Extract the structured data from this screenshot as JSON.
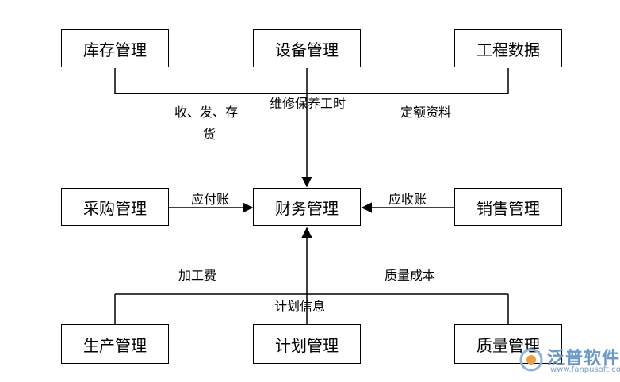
{
  "boxes": {
    "inventory": "库存管理",
    "equipment": "设备管理",
    "engineering": "工程数据",
    "purchase": "采购管理",
    "finance": "财务管理",
    "sales": "销售管理",
    "production": "生产管理",
    "planning": "计划管理",
    "quality": "质量管理"
  },
  "labels": {
    "receive_ship_store_line1": "收、发、存",
    "receive_ship_store_line2": "货",
    "maintenance_hours": "维修保养工时",
    "quota_data": "定额资料",
    "payable": "应付账",
    "receivable": "应收账",
    "processing_fee": "加工费",
    "quality_cost": "质量成本",
    "plan_info": "计划信息"
  },
  "watermark": {
    "brand": "泛普软件",
    "url": "www.fanpusoft.com",
    "color": "#6a98c8"
  }
}
